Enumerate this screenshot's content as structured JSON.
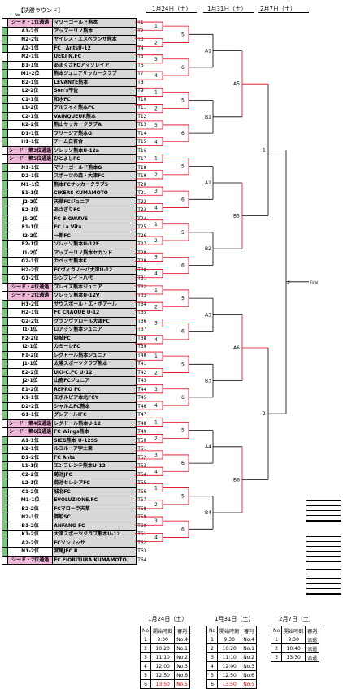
{
  "title": "【決勝ラウンド】",
  "no_header": "No",
  "headers": {
    "d1": "1月24日（土）",
    "d2": "1月31日（土）",
    "d3": "2月7日（土）"
  },
  "teams": [
    {
      "grp": "シード・1位通過",
      "name": "マリーゴールド熊本",
      "no": "T1",
      "pink": true,
      "mark": false
    },
    {
      "grp": "A1-2位",
      "name": "アッズーリノ熊本",
      "no": "T2",
      "pink": false,
      "mark": true
    },
    {
      "grp": "N2-2位",
      "name": "ヤイレス・エスペランサ熊本",
      "no": "T3",
      "pink": false,
      "mark": true
    },
    {
      "grp": "A2-1位",
      "name": "FC　AntsU-12",
      "no": "T4",
      "pink": false,
      "mark": true
    },
    {
      "grp": "N2-1位",
      "name": "UEKI N.FC",
      "no": "T5",
      "pink": false,
      "mark": false
    },
    {
      "grp": "B1-1位",
      "name": "あまくさFCアマソレイア",
      "no": "T6",
      "pink": false,
      "mark": true
    },
    {
      "grp": "M1-2位",
      "name": "熊本ジュニアサッカークラブ",
      "no": "T7",
      "pink": false,
      "mark": true
    },
    {
      "grp": "B2-1位",
      "name": "LEVANTE熊本",
      "no": "T8",
      "pink": false,
      "mark": true
    },
    {
      "grp": "L2-2位",
      "name": "Son's平佐",
      "no": "T9",
      "pink": false,
      "mark": true
    },
    {
      "grp": "C1-1位",
      "name": "和水FC",
      "no": "T10",
      "pink": false,
      "mark": true
    },
    {
      "grp": "L1-2位",
      "name": "アルフィオ熊本FC",
      "no": "T11",
      "pink": false,
      "mark": true
    },
    {
      "grp": "C2-1位",
      "name": "VAINQUEUR熊本",
      "no": "T12",
      "pink": false,
      "mark": true
    },
    {
      "grp": "K2-2位",
      "name": "熊山サッカークラブA",
      "no": "T13",
      "pink": false,
      "mark": true
    },
    {
      "grp": "D1-1位",
      "name": "フリージア熊本G",
      "no": "T14",
      "pink": false,
      "mark": true
    },
    {
      "grp": "H1-1位",
      "name": "チーム白百合",
      "no": "T15",
      "pink": false,
      "mark": true
    },
    {
      "grp": "シード・第3位通過",
      "name": "ソレッソ熊本U-12a",
      "no": "T16",
      "pink": true,
      "mark": false
    },
    {
      "grp": "シード・第5位通過",
      "name": "ひとよしFC",
      "no": "T17",
      "pink": true,
      "mark": false
    },
    {
      "grp": "N1-1位",
      "name": "マリーゴールド熊本G",
      "no": "T18",
      "pink": false,
      "mark": true
    },
    {
      "grp": "D2-1位",
      "name": "スポーツの森・大津FC",
      "no": "T19",
      "pink": false,
      "mark": true
    },
    {
      "grp": "M1-1位",
      "name": "熊本FCサッカークラブS",
      "no": "T20",
      "pink": false,
      "mark": true
    },
    {
      "grp": "E1-1位",
      "name": "CIKERS KUMAMOTO",
      "no": "T21",
      "pink": false,
      "mark": true
    },
    {
      "grp": "J2-2位",
      "name": "天草FCジュニア",
      "no": "T22",
      "pink": false,
      "mark": true
    },
    {
      "grp": "E2-1位",
      "name": "あさぎりFC",
      "no": "T23",
      "pink": false,
      "mark": true
    },
    {
      "grp": "J1-2位",
      "name": "FC BIGWAVE",
      "no": "T24",
      "pink": false,
      "mark": true
    },
    {
      "grp": "F1-1位",
      "name": "FC La Vita",
      "no": "T25",
      "pink": false,
      "mark": true
    },
    {
      "grp": "I2-2位",
      "name": "一新FC",
      "no": "T26",
      "pink": false,
      "mark": true
    },
    {
      "grp": "F2-1位",
      "name": "ソレッソ熊本U-12F",
      "no": "T27",
      "pink": false,
      "mark": true
    },
    {
      "grp": "I1-2位",
      "name": "アッズーリノ熊本セカンド",
      "no": "T28",
      "pink": false,
      "mark": true
    },
    {
      "grp": "G2-1位",
      "name": "カベッサ熊本K",
      "no": "T29",
      "pink": false,
      "mark": true
    },
    {
      "grp": "H2-2位",
      "name": "FCヴィラノーバ大津U-12",
      "no": "T30",
      "pink": false,
      "mark": true
    },
    {
      "grp": "G1-2位",
      "name": "シンプレイト八代",
      "no": "T31",
      "pink": false,
      "mark": true
    },
    {
      "grp": "シード・4位通過",
      "name": "ブレイズ熊本ジュニア",
      "no": "T32",
      "pink": true,
      "mark": false
    },
    {
      "grp": "シード・2位通過",
      "name": "ソレッソ熊本U-12V",
      "no": "T33",
      "pink": true,
      "mark": false
    },
    {
      "grp": "H1-2位",
      "name": "サウスポール・エ・ボアール",
      "no": "T34",
      "pink": false,
      "mark": true
    },
    {
      "grp": "H2-1位",
      "name": "FC CRAQUE U-12",
      "no": "T35",
      "pink": false,
      "mark": true
    },
    {
      "grp": "G2-2位",
      "name": "グランヴァロール大津FC",
      "no": "T36",
      "pink": false,
      "mark": true
    },
    {
      "grp": "I1-1位",
      "name": "ロアッソ熊本ジュニア",
      "no": "T37",
      "pink": false,
      "mark": true
    },
    {
      "grp": "F2-2位",
      "name": "益城FC",
      "no": "T38",
      "pink": false,
      "mark": true
    },
    {
      "grp": "I2-1位",
      "name": "カミーレFC",
      "no": "T39",
      "pink": false,
      "mark": true
    },
    {
      "grp": "F1-2位",
      "name": "レグドール熊本ジュニア",
      "no": "T40",
      "pink": false,
      "mark": true
    },
    {
      "grp": "J1-1位",
      "name": "太陽スポーツクラブ熊本",
      "no": "T41",
      "pink": false,
      "mark": true
    },
    {
      "grp": "E2-2位",
      "name": "UKI-C.FC U-12",
      "no": "T42",
      "pink": false,
      "mark": true
    },
    {
      "grp": "J2-1位",
      "name": "山鹿FCジュニア",
      "no": "T43",
      "pink": false,
      "mark": true
    },
    {
      "grp": "E1-2位",
      "name": "REPRO FC",
      "no": "T44",
      "pink": false,
      "mark": true
    },
    {
      "grp": "K1-1位",
      "name": "エボルピア本北FCY",
      "no": "T45",
      "pink": false,
      "mark": true
    },
    {
      "grp": "D2-2位",
      "name": "シャルムFC熊本",
      "no": "T46",
      "pink": false,
      "mark": true
    },
    {
      "grp": "G1-1位",
      "name": "グレアールIFC",
      "no": "T47",
      "pink": false,
      "mark": true
    },
    {
      "grp": "シード・第4位通過",
      "name": "レグドール熊本U-12",
      "no": "T48",
      "pink": true,
      "mark": false
    },
    {
      "grp": "シード・第6位通過",
      "name": "FC Wings熊本",
      "no": "T49",
      "pink": true,
      "mark": false
    },
    {
      "grp": "A1-1位",
      "name": "SIEG熊本 U-12SS",
      "no": "T50",
      "pink": false,
      "mark": true
    },
    {
      "grp": "K2-1位",
      "name": "ルコルーア宇土東",
      "no": "T51",
      "pink": false,
      "mark": true
    },
    {
      "grp": "D1-2位",
      "name": "FC Ants",
      "no": "T52",
      "pink": false,
      "mark": true
    },
    {
      "grp": "L1-1位",
      "name": "エンフレンテ熊本U-12",
      "no": "T53",
      "pink": false,
      "mark": true
    },
    {
      "grp": "C2-2位",
      "name": "菊池JFC",
      "no": "T54",
      "pink": false,
      "mark": true
    },
    {
      "grp": "L2-1位",
      "name": "菊池セレシアFC",
      "no": "T55",
      "pink": false,
      "mark": true
    },
    {
      "grp": "C1-2位",
      "name": "城北FC",
      "no": "T56",
      "pink": false,
      "mark": true
    },
    {
      "grp": "M1-1位",
      "name": "EVOLUZIONE.FC",
      "no": "T57",
      "pink": false,
      "mark": true
    },
    {
      "grp": "B2-2位",
      "name": "FCマローラ天草",
      "no": "T58",
      "pink": false,
      "mark": true
    },
    {
      "grp": "N2-1位",
      "name": "御船SC",
      "no": "T59",
      "pink": false,
      "mark": true
    },
    {
      "grp": "B1-2位",
      "name": "ANFANG FC",
      "no": "T60",
      "pink": false,
      "mark": true
    },
    {
      "grp": "K1-2位",
      "name": "大津スポーツクラブ熊本U-12",
      "no": "T61",
      "pink": false,
      "mark": true
    },
    {
      "grp": "A2-2位",
      "name": "FCソンリッサ",
      "no": "T62",
      "pink": false,
      "mark": true
    },
    {
      "grp": "N1-2位",
      "name": "宮尾JFC R",
      "no": "T63",
      "pink": false,
      "mark": true
    },
    {
      "grp": "シード・7位通過",
      "name": "FC FIORITURA KUMAMOTO",
      "no": "T64",
      "pink": true,
      "mark": false
    }
  ],
  "bracket": {
    "r1": [
      "1",
      "2",
      "3",
      "4",
      "1",
      "2",
      "3",
      "4",
      "1",
      "2",
      "3",
      "4",
      "1",
      "2",
      "3",
      "4",
      "1",
      "2",
      "3",
      "4",
      "1",
      "2",
      "3",
      "4",
      "1",
      "2",
      "3",
      "4",
      "1",
      "2",
      "3",
      "4"
    ],
    "r2": [
      "5",
      "6",
      "5",
      "6",
      "5",
      "6",
      "5",
      "6",
      "5",
      "6",
      "5",
      "6",
      "5",
      "6",
      "5",
      "6"
    ],
    "r3": [
      "A1",
      "B1",
      "A2",
      "B2",
      "A3",
      "B3",
      "A4",
      "B4"
    ],
    "r4": [
      "A5",
      "B5",
      "A6",
      "B6"
    ],
    "semis": [
      "1",
      "2"
    ],
    "final_no": "3",
    "final_label": "Final"
  },
  "schedules": [
    {
      "title": "1月24日（土）",
      "headers": [
        "No",
        "開始時刻",
        "審判"
      ],
      "rows": [
        [
          "1",
          "9:30",
          "No.4"
        ],
        [
          "2",
          "10:20",
          "No.1"
        ],
        [
          "3",
          "11:10",
          "No.2"
        ],
        [
          "4",
          "12:00",
          "No.3"
        ],
        [
          "5",
          "12:50",
          "No.6"
        ],
        [
          "6",
          "13:50",
          "No.5"
        ]
      ],
      "red_row": 5
    },
    {
      "title": "1月31日（土）",
      "headers": [
        "No",
        "開始時刻",
        "審判"
      ],
      "rows": [
        [
          "1",
          "9:30",
          "No.4"
        ],
        [
          "2",
          "10:20",
          "No.1"
        ],
        [
          "3",
          "11:10",
          "No.2"
        ],
        [
          "4",
          "12:00",
          "No.3"
        ],
        [
          "5",
          "12:50",
          "No.6"
        ],
        [
          "6",
          "13:50",
          "No.5"
        ]
      ],
      "red_row": 5
    },
    {
      "title": "2月7日（土）",
      "headers": [
        "No",
        "開始時刻",
        "審判"
      ],
      "rows": [
        [
          "1",
          "9:30",
          "派遣"
        ],
        [
          "2",
          "10:40",
          "派遣"
        ],
        [
          "3",
          "13:30",
          "派遣"
        ]
      ],
      "red_row": -1
    }
  ],
  "colors": {
    "green": "#7bc67e",
    "pink": "#f0b8d8",
    "grey": "#d8d8d8",
    "red_line": "#e0001a",
    "red_text": "#d00000"
  }
}
